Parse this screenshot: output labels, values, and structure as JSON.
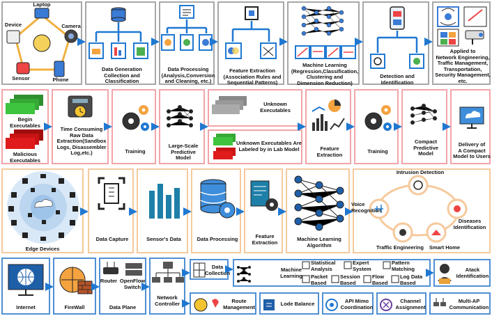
{
  "row1": {
    "devices": {
      "laptop": "Laptop",
      "device": "Device",
      "camera": "Camera",
      "sensor": "Sensor",
      "phone": "Phone"
    },
    "data_generation": "Data Generation\nCollection and\nClassification",
    "data_processing": "Data Processing\n(Analysis,Conversion\nand Cleaning, etc.)",
    "feature_extraction": "Feature Extraction\n(Association Rules and\nSequential Patterns)",
    "machine_learning": "Machine Learning\n(Regression,Classification,\nClustering and\nDimension Reduction)",
    "detection": "Detection and\nIdentification",
    "applied": "Applied to\nNetwork Engineering,\nTraffic Management,\nTransportation,\nSecurity Management,\netc."
  },
  "row2": {
    "begin": "Begin\nExecutables",
    "malicious": "Malicious\nExecutables",
    "raw_extraction": "Time Consuming\nRaw Data\nExtraction(Sandbox\nLogs, Disassembler\nLog,etc.)",
    "training1": "Training",
    "large_model": "Large-Scale\nPredictive\nModel",
    "unknown": "Unknown\nExecutables",
    "labeled": "Unknown Executables Are\nLabeled by in Lab Model",
    "feature_extraction": "Feature\nExtraction",
    "training2": "Training",
    "compact_model": "Compact\nPredictive\nModel",
    "delivery": "Delivery of\nA Compact\nModel to Users"
  },
  "row3": {
    "edge_devices": "Edge Devices",
    "data_capture": "Data Capture",
    "sensors_data": "Sensor's Data",
    "data_processing": "Data Processing",
    "feature_extraction": "Feature\nExtraction",
    "ml_algorithm": "Machine Learning\nAlgorithm",
    "intrusion": "Intrusion Detection",
    "voice": "Voice\nRecognition",
    "diseases": "Diseases\nIdentification",
    "traffic": "Traffic Engineering",
    "smart_home": "Smart Home"
  },
  "row4": {
    "internet": "Internet",
    "firewall": "FireWall",
    "router": "Router",
    "openflow": "OpenFlow\nSwitch",
    "data_plane": "Data Plane",
    "controller": "Network\nController",
    "collection": "Data\nCollection",
    "ml": "Machine\nLearning",
    "statistical": "Statistical\nAnalysis",
    "expert": "Expert\nSystem",
    "pattern": "Pattern\nMatching",
    "packet": "Packet\nBased",
    "session": "Session\nBased",
    "flow": "Flow\nBased",
    "logdata": "Log Data\nBased",
    "attack": "Atack\nIdentification",
    "route": "Route\nManagement",
    "lode": "Lode Balance",
    "api": "API Mimo\nCoordination",
    "channel": "Channel\nAssignment",
    "multiap": "Multi-AP\nCommunication"
  },
  "colors": {
    "gray": "#a7a7a7",
    "red": "#f2a4a8",
    "orange": "#f6c99c",
    "blue": "#4f8fd4",
    "accent": "#1f78d1"
  }
}
